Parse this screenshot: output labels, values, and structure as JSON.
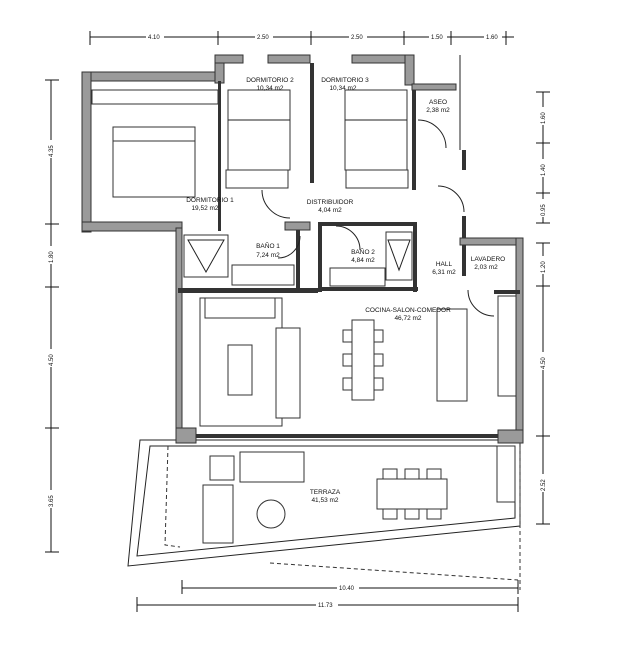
{
  "rooms": {
    "dormitorio1": {
      "name": "DORMITORIO 1",
      "area": "19,52 m2"
    },
    "dormitorio2": {
      "name": "DORMITORIO 2",
      "area": "10,34 m2"
    },
    "dormitorio3": {
      "name": "DORMITORIO 3",
      "area": "10,34 m2"
    },
    "aseo": {
      "name": "ASEO",
      "area": "2,38 m2"
    },
    "distribuidor": {
      "name": "DISTRIBUIDOR",
      "area": "4,04 m2"
    },
    "bano1": {
      "name": "BAÑO 1",
      "area": "7,24 m2"
    },
    "bano2": {
      "name": "BAÑO 2",
      "area": "4,84 m2"
    },
    "hall": {
      "name": "HALL",
      "area": "6,31 m2"
    },
    "lavadero": {
      "name": "LAVADERO",
      "area": "2,03 m2"
    },
    "cocina": {
      "name": "COCINA-SALON-COMEDOR",
      "area": "46,72 m2"
    },
    "terraza": {
      "name": "TERRAZA",
      "area": "41,53 m2"
    }
  },
  "dimensions": {
    "top": [
      "4.10",
      "2.50",
      "2.50",
      "1.50",
      "1.60"
    ],
    "left": [
      "4.35",
      "1.80",
      "4.50",
      "3.65"
    ],
    "right": [
      "1.60",
      "1.40",
      "0.95",
      "1.20",
      "4.50",
      "2.52"
    ],
    "bottom": [
      "10.40",
      "11.73"
    ]
  }
}
